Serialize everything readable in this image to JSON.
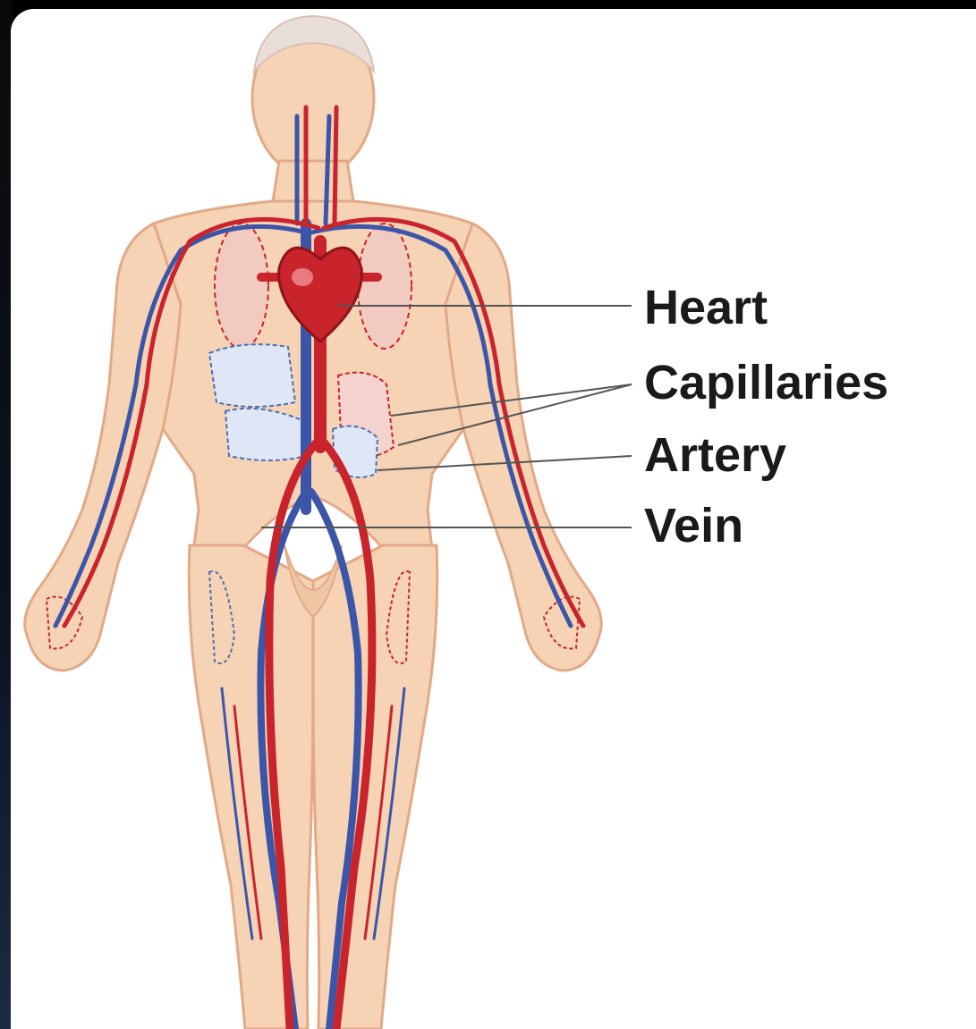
{
  "diagram": {
    "labels": {
      "heart": "Heart",
      "capillaries": "Capillaries",
      "artery": "Artery",
      "vein": "Vein"
    },
    "colors": {
      "skin": "#f6d3b4",
      "skin_outline": "#e2a987",
      "artery": "#c9242c",
      "vein": "#3b56a8",
      "capillary": "#4c6fb5",
      "leader_line": "#555555",
      "label_text": "#1a1a1a",
      "background": "#ffffff",
      "frame": "#000000"
    }
  }
}
